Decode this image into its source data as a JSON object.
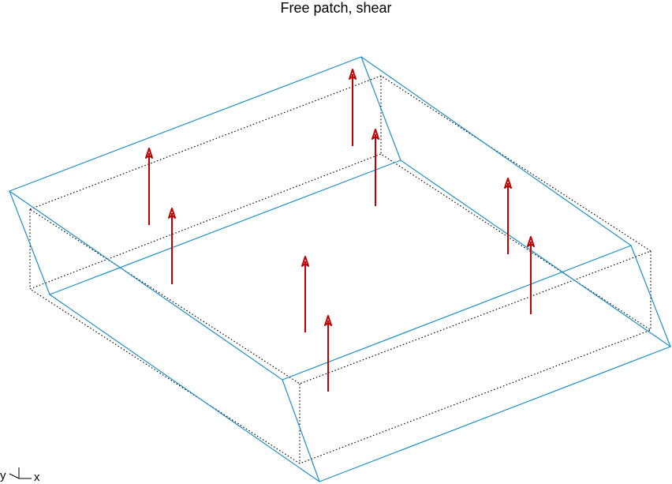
{
  "title": "Free patch, shear",
  "axes_triad": {
    "y_label": "y",
    "x_label": "x"
  },
  "colors": {
    "deformed_mesh": "#1f8fc6",
    "undeformed_mesh": "#000000",
    "force_arrows": "#c00000"
  },
  "legend": null,
  "force_arrow_count": 8
}
